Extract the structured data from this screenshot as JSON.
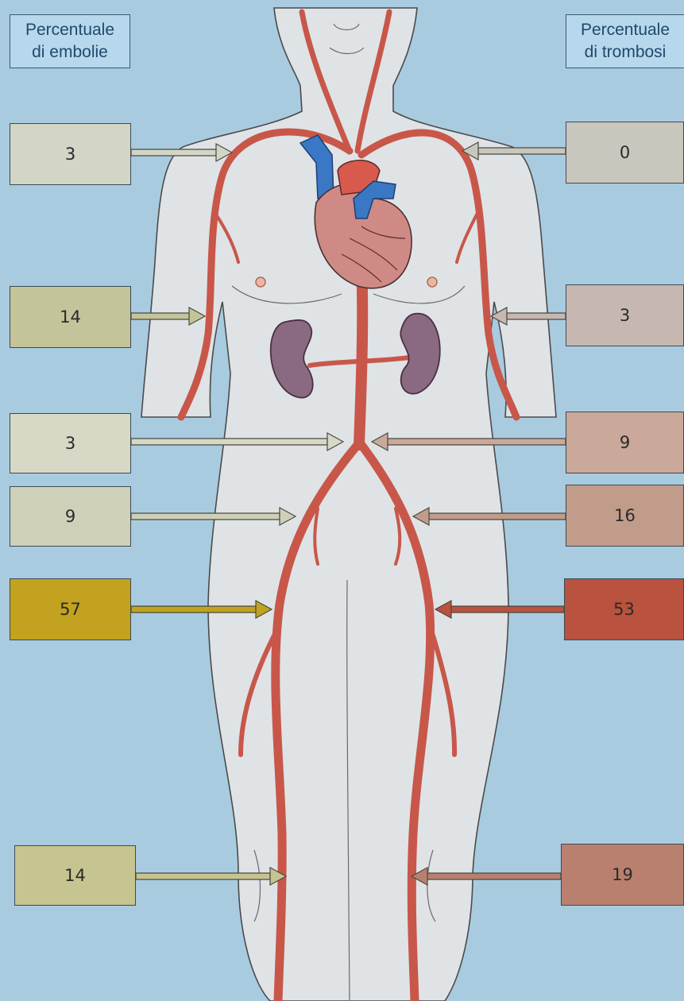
{
  "headers": {
    "left": [
      "Percentuale",
      "di embolie"
    ],
    "right": [
      "Percentuale",
      "di trombosi"
    ]
  },
  "embolie": [
    "3",
    "14",
    "3",
    "9",
    "57",
    "14"
  ],
  "trombosi": [
    "0",
    "3",
    "9",
    "16",
    "53",
    "19"
  ],
  "colors": {
    "background": "#a9cbe0",
    "artery": "#c8574a",
    "vein": "#3a78c6",
    "body_fill": "#dde3e8",
    "embolie_max": "#c2a21e",
    "trombosi_max": "#b9523e"
  }
}
